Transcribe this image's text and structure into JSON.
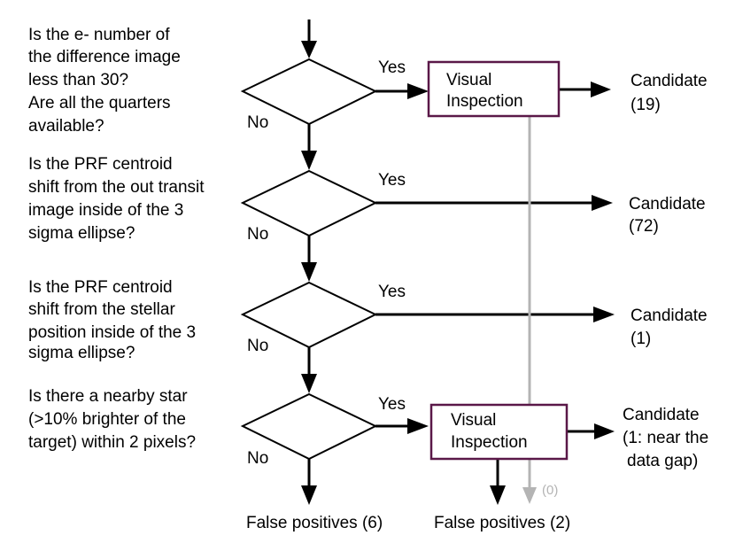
{
  "questions": [
    {
      "lines": [
        "Is the e- number of",
        "the difference image",
        "less than 30?",
        "Are all the quarters",
        "available?"
      ],
      "yes": "Yes",
      "no": "No"
    },
    {
      "lines": [
        "Is the PRF centroid",
        "shift from the out transit",
        "image inside of the 3",
        "sigma ellipse?"
      ],
      "yes": "Yes",
      "no": "No"
    },
    {
      "lines": [
        "Is the PRF centroid",
        "shift from the stellar",
        "position inside of the 3",
        "sigma ellipse?"
      ],
      "yes": "Yes",
      "no": "No"
    },
    {
      "lines": [
        "Is there a nearby star",
        "(>10% brighter of the",
        "target) within 2 pixels?"
      ],
      "yes": "Yes",
      "no": "No"
    }
  ],
  "inspection_boxes": [
    {
      "lines": [
        "Visual",
        "Inspection"
      ]
    },
    {
      "lines": [
        "Visual",
        "Inspection"
      ]
    }
  ],
  "candidates": [
    {
      "lines": [
        "Candidate",
        "(19)"
      ]
    },
    {
      "lines": [
        "Candidate",
        "(72)"
      ]
    },
    {
      "lines": [
        "Candidate",
        "(1)"
      ]
    },
    {
      "lines": [
        "Candidate",
        "(1: near the",
        "data gap)"
      ]
    }
  ],
  "false_positives": [
    {
      "label": "False positives (6)"
    },
    {
      "label": "False positives (2)"
    }
  ],
  "gray_path_label": "(0)",
  "colors": {
    "line": "#000000",
    "gray_path": "#b4b4b4",
    "box_border": "#5a1848"
  }
}
